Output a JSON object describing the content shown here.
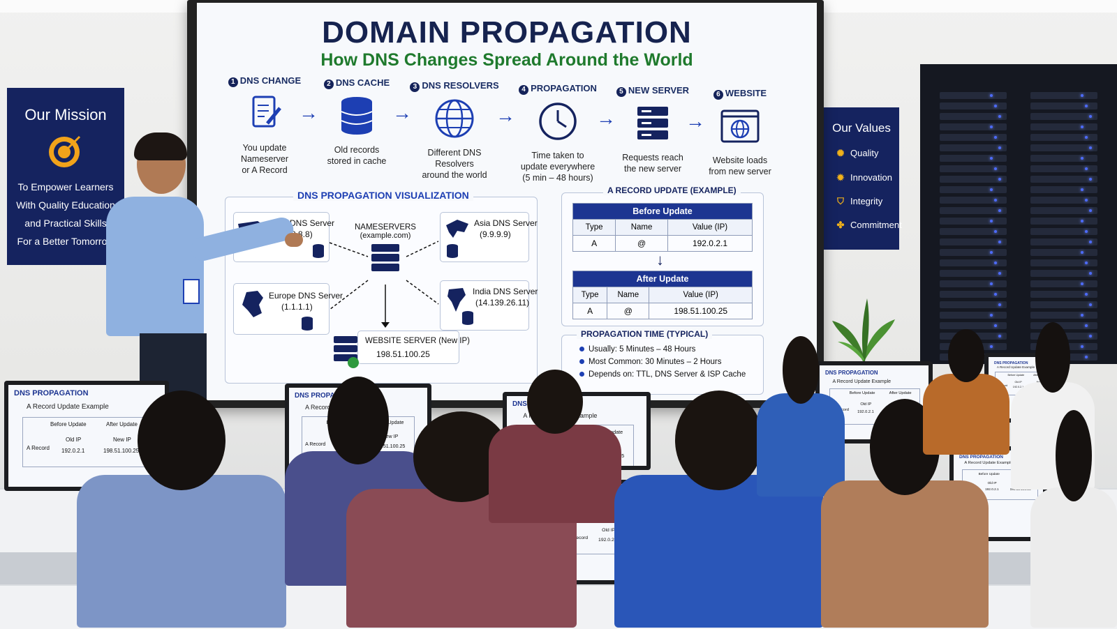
{
  "screen": {
    "title": "DOMAIN PROPAGATION",
    "subtitle": "How DNS Changes Spread Around the World",
    "steps": [
      {
        "num": "1",
        "head": "DNS CHANGE",
        "desc": [
          "You update",
          "Nameserver",
          "or A Record"
        ]
      },
      {
        "num": "2",
        "head": "DNS CACHE",
        "desc": [
          "Old records",
          "stored in cache"
        ]
      },
      {
        "num": "3",
        "head": "DNS RESOLVERS",
        "desc": [
          "Different DNS",
          "Resolvers",
          "around the world"
        ]
      },
      {
        "num": "4",
        "head": "PROPAGATION",
        "desc": [
          "Time taken to",
          "update everywhere",
          "(5 min – 48 hours)"
        ]
      },
      {
        "num": "5",
        "head": "NEW SERVER",
        "desc": [
          "Requests reach",
          "the new server"
        ]
      },
      {
        "num": "6",
        "head": "WEBSITE",
        "desc": [
          "Website loads",
          "from new server"
        ]
      }
    ],
    "visualization": {
      "title": "DNS PROPAGATION VISUALIZATION",
      "us": {
        "name": "US DNS Server",
        "ip": "(8.8.8.8)"
      },
      "asia": {
        "name": "Asia DNS Server",
        "ip": "(9.9.9.9)"
      },
      "europe": {
        "name": "Europe DNS Server",
        "ip": "(1.1.1.1)"
      },
      "india": {
        "name": "India DNS Server",
        "ip": "(14.139.26.11)"
      },
      "nameservers": {
        "name": "NAMESERVERS",
        "domain": "(example.com)"
      },
      "website": {
        "name": "WEBSITE SERVER (New IP)",
        "ip": "198.51.100.25"
      }
    },
    "record_update": {
      "title": "A RECORD UPDATE (EXAMPLE)",
      "before": {
        "caption": "Before Update",
        "headers": [
          "Type",
          "Name",
          "Value (IP)"
        ],
        "row": [
          "A",
          "@",
          "192.0.2.1"
        ]
      },
      "after": {
        "caption": "After Update",
        "headers": [
          "Type",
          "Name",
          "Value (IP)"
        ],
        "row": [
          "A",
          "@",
          "198.51.100.25"
        ]
      }
    },
    "propagation_time": {
      "title": "PROPAGATION TIME (TYPICAL)",
      "items": [
        "Usually: 5 Minutes – 48 Hours",
        "Most Common: 30 Minutes – 2 Hours",
        "Depends on: TTL, DNS Server & ISP Cache"
      ]
    }
  },
  "mission_poster": {
    "title": "Our Mission",
    "lines": [
      "To Empower Learners",
      "With Quality Education",
      "and Practical Skills",
      "For a Better Tomorrow"
    ]
  },
  "values_poster": {
    "title": "Our Values",
    "items": [
      "Quality",
      "Innovation",
      "Integrity",
      "Commitment"
    ]
  },
  "monitor": {
    "title": "DNS PROPAGATION",
    "subtitle": "A Record Update Example",
    "before": "Before Update",
    "after": "After Update",
    "row_label": "A Record",
    "old_label": "Old IP",
    "old_value": "192.0.2.1",
    "new_label": "New IP",
    "new_value": "198.51.100.25"
  },
  "colors": {
    "navy": "#15235f",
    "accent_blue": "#1d3fb3",
    "green": "#1f7a2d"
  }
}
